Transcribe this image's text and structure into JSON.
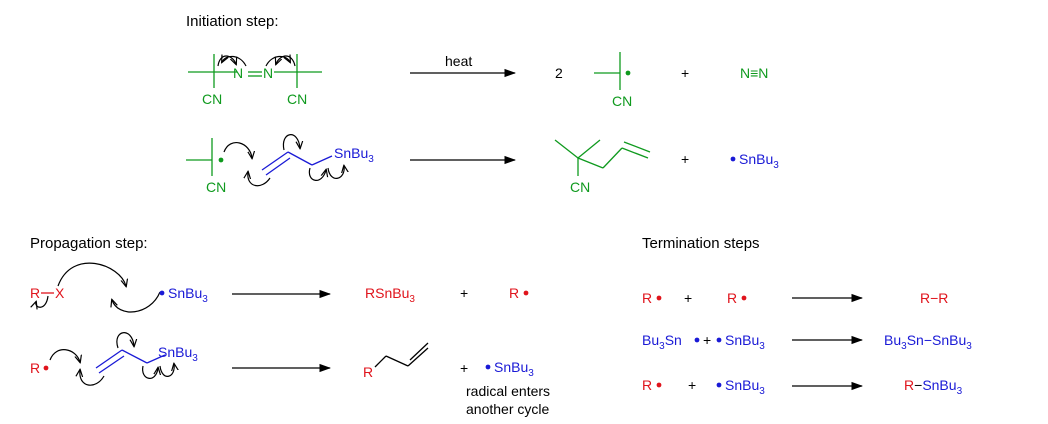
{
  "colors": {
    "green": "#0f9a1e",
    "blue": "#1a1ad6",
    "red": "#e0141c",
    "black": "#000000"
  },
  "initiation": {
    "title": "Initiation step:",
    "heat": "heat",
    "two": "2",
    "plus": "+",
    "n2": "N≡N",
    "cn": "CN",
    "n": "N",
    "sn": "SnBu",
    "sub3": "3"
  },
  "propagation": {
    "title": "Propagation step:",
    "r": "R",
    "x": "X",
    "sn": "SnBu",
    "rsn": "RSnBu",
    "sub3": "3",
    "plus": "+",
    "note1": "radical enters",
    "note2": "another cycle"
  },
  "termination": {
    "title": "Termination steps",
    "r": "R",
    "rr": "R−R",
    "bu3": "Bu",
    "sn": "Sn",
    "snbu": "SnBu",
    "sub3": "3",
    "plus": "+",
    "dash": "−"
  }
}
